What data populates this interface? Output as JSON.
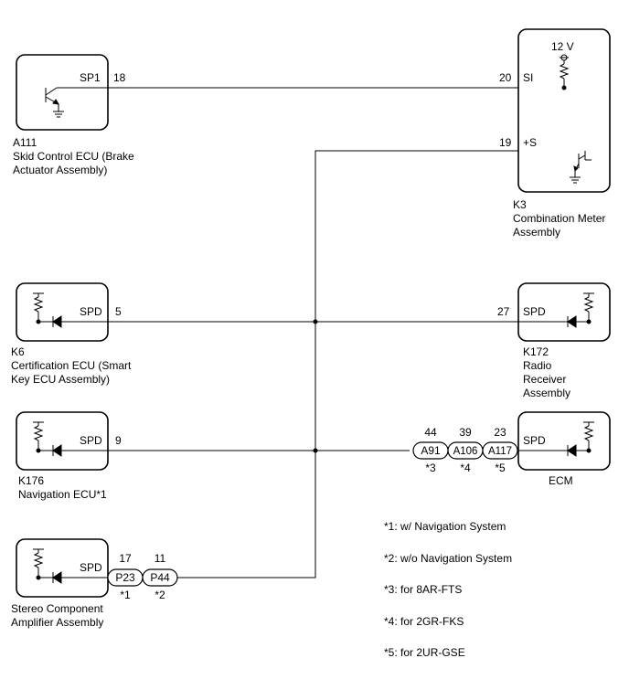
{
  "components": {
    "a111": {
      "code": "A111",
      "name_line1": "Skid Control ECU (Brake",
      "name_line2": "Actuator Assembly)",
      "pin_name": "SP1",
      "pin_no": "18"
    },
    "k3": {
      "code": "K3",
      "name_line1": "Combination Meter",
      "name_line2": "Assembly",
      "supply": "12 V",
      "pin1_name": "SI",
      "pin1_no": "20",
      "pin2_name": "+S",
      "pin2_no": "19"
    },
    "k6": {
      "code": "K6",
      "name_line1": "Certification ECU (Smart",
      "name_line2": "Key ECU Assembly)",
      "pin_name": "SPD",
      "pin_no": "5"
    },
    "k172": {
      "code": "K172",
      "name_line1": "Radio",
      "name_line2": "Receiver",
      "name_line3": "Assembly",
      "pin_name": "SPD",
      "pin_no": "27"
    },
    "k176": {
      "code": "K176",
      "name_line1": "Navigation ECU*1",
      "pin_name": "SPD",
      "pin_no": "9"
    },
    "ecm": {
      "name": "ECM",
      "pin_name": "SPD"
    },
    "stereo": {
      "name_line1": "Stereo Component",
      "name_line2": "Amplifier Assembly",
      "pin_name": "SPD"
    }
  },
  "connectors": {
    "a91": {
      "label": "A91",
      "pin": "44",
      "note": "*3"
    },
    "a106": {
      "label": "A106",
      "pin": "39",
      "note": "*4"
    },
    "a117": {
      "label": "A117",
      "pin": "23",
      "note": "*5"
    },
    "p23": {
      "label": "P23",
      "pin": "17",
      "note": "*1"
    },
    "p44": {
      "label": "P44",
      "pin": "11",
      "note": "*2"
    }
  },
  "notes": [
    "*1: w/ Navigation System",
    "*2: w/o Navigation System",
    "*3: for 8AR-FTS",
    "*4: for 2GR-FKS",
    "*5: for 2UR-GSE"
  ]
}
